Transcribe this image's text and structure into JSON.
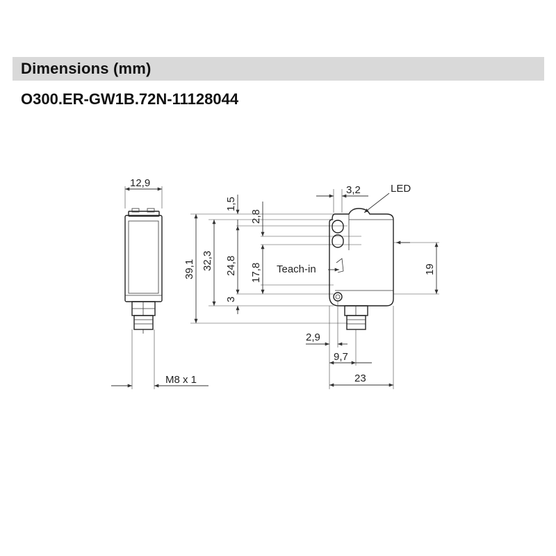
{
  "header": {
    "title": "Dimensions  (mm)",
    "part_number": "O300.ER-GW1B.72N-11128044"
  },
  "dimensions": {
    "front_width": "12,9",
    "thread": "M8 x 1",
    "height_total": "39,1",
    "height_body": "32,3",
    "height_upper": "24,8",
    "height_lens_center": "17,8",
    "offset_top": "1,5",
    "lens_spacing": "2,8",
    "offset_bottom": "3",
    "led_offset": "3,2",
    "axis_height": "19",
    "connector_offset_a": "2,9",
    "connector_offset_b": "9,7",
    "depth_total": "23"
  },
  "labels": {
    "led": "LED",
    "teach_in": "Teach-in"
  }
}
